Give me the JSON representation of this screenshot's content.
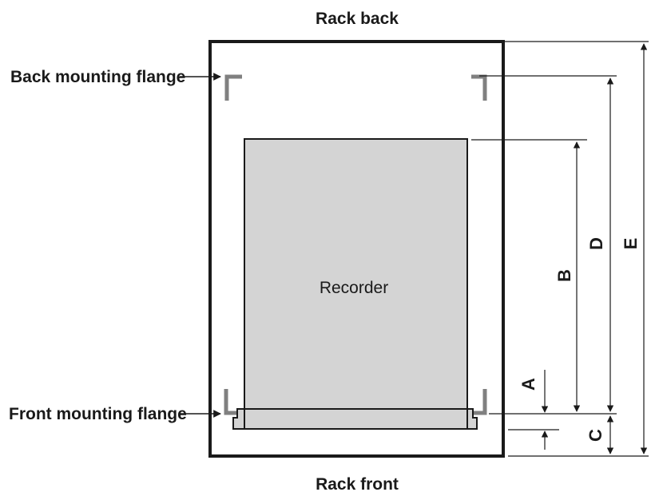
{
  "labels": {
    "rack_back": "Rack back",
    "rack_front": "Rack front",
    "back_flange": "Back mounting flange",
    "front_flange": "Front mounting flange",
    "recorder": "Recorder"
  },
  "dimensions": {
    "a": "A",
    "b": "B",
    "c": "C",
    "d": "D",
    "e": "E"
  },
  "colors": {
    "rack_outline": "#1a1a1a",
    "flange": "#808080",
    "recorder_fill": "#d4d4d4",
    "recorder_stroke": "#1a1a1a"
  }
}
